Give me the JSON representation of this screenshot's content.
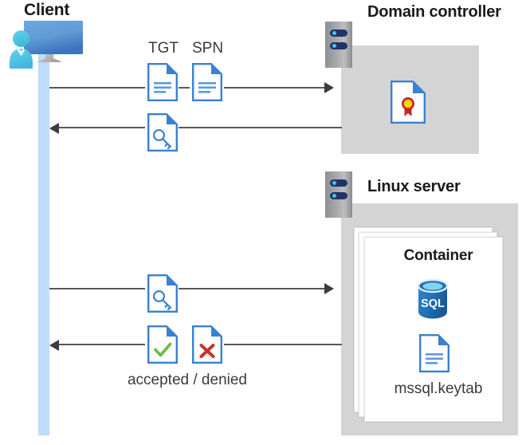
{
  "diagram": {
    "title": "Kerberos authentication between client, domain controller and Linux container",
    "background": "#ffffff"
  },
  "actors": {
    "client": {
      "label": "Client",
      "icon": "client-monitor-user-icon",
      "lifeline_color": "#bfdbfd"
    },
    "domain_controller": {
      "label": "Domain controller",
      "icon": "server-rack-icon",
      "panel_color": "#d4d4d4",
      "contents": [
        {
          "label": "",
          "icon": "certificate-document-icon"
        }
      ]
    },
    "linux_server": {
      "label": "Linux server",
      "icon": "server-rack-icon",
      "panel_color": "#d4d4d4",
      "container": {
        "label": "Container",
        "items": [
          {
            "label": "SQL",
            "icon": "sql-database-icon"
          },
          {
            "label": "mssql.keytab",
            "icon": "document-lines-icon"
          }
        ]
      }
    }
  },
  "messages": [
    {
      "id": "request-ticket",
      "direction": "right",
      "tags": [
        "TGT",
        "SPN"
      ],
      "icons": [
        "document-lines-icon",
        "document-lines-icon"
      ]
    },
    {
      "id": "issue-ticket",
      "direction": "left",
      "tags": [],
      "icons": [
        "document-key-icon"
      ]
    },
    {
      "id": "present-ticket",
      "direction": "right",
      "tags": [],
      "icons": [
        "document-key-icon"
      ]
    },
    {
      "id": "auth-result",
      "direction": "left",
      "tags": [
        "accepted / denied"
      ],
      "icons": [
        "document-check-icon",
        "document-cross-icon"
      ]
    }
  ],
  "labels": {
    "tgt": "TGT",
    "spn": "SPN",
    "accepted_denied": "accepted / denied",
    "container": "Container",
    "keytab": "mssql.keytab",
    "sql": "SQL"
  },
  "colors": {
    "accent_blue": "#3a81d0",
    "doc_fold": "#3a81d0",
    "panel_gray": "#d4d4d4",
    "lifeline_blue": "#bfdbfd",
    "arrow_gray": "#3b3b40",
    "check_green": "#6cbe45",
    "cross_red": "#c3352b",
    "sql_blue": "#1f6fb4",
    "cert_red": "#c3252b",
    "cert_yellow": "#ffd400",
    "rack_navy": "#1f3567",
    "rack_led": "#49c3ef",
    "text_dark": "#1a1a1a",
    "text_gray": "#3b3b3b"
  }
}
